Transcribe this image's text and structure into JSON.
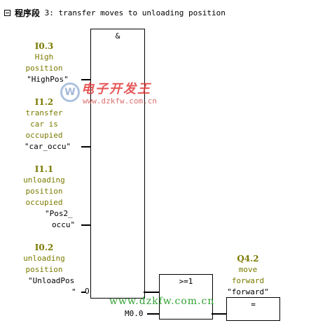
{
  "network": {
    "label": "程序段",
    "number": "3",
    "title": ": transfer moves to unloading position"
  },
  "and_block": {
    "op": "&"
  },
  "inputs": [
    {
      "address": "I0.3",
      "comment": [
        "High",
        "position"
      ],
      "symbol": [
        "\"HighPos\""
      ]
    },
    {
      "address": "I1.2",
      "comment": [
        "transfer",
        "car is",
        "occupied"
      ],
      "symbol": [
        "\"car_occu\""
      ]
    },
    {
      "address": "I1.1",
      "comment": [
        "unloading",
        "position",
        "occupied"
      ],
      "symbol": [
        "\"Pos2_",
        "occu\""
      ]
    },
    {
      "address": "I0.2",
      "comment": [
        "unloading",
        "position"
      ],
      "symbol": [
        "\"UnloadPos",
        "\""
      ]
    }
  ],
  "ge_block": {
    "op": ">=1",
    "second_input": "M0.0"
  },
  "negation": "O",
  "output": {
    "address": "Q4.2",
    "comment": [
      "move",
      "forward"
    ],
    "symbol": "\"forward\"",
    "op": "="
  },
  "watermark": {
    "brand_cn": "电子开发王",
    "logo": "W",
    "url_small": "www.dzkfw.com.cn",
    "url_bottom": "www.dzkfw.com.cn"
  }
}
